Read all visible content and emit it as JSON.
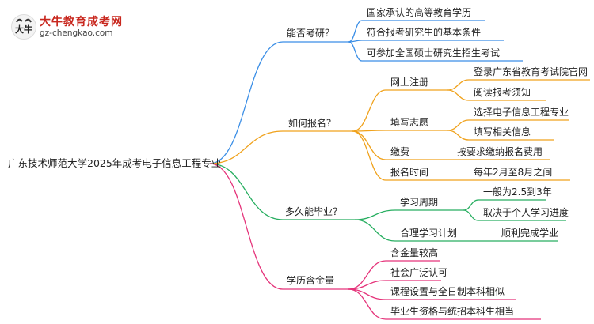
{
  "brand": {
    "name": "大牛教育成考网",
    "url": "gz-chengkao.com",
    "logo_text": "大牛"
  },
  "colors": {
    "blue": "#3a8ee6",
    "orange": "#f0a21c",
    "green": "#27ae60",
    "pink": "#e5337a"
  },
  "mindmap": {
    "root": "广东技术师范大学2025年成考电子信息工程专业",
    "branches": [
      {
        "label": "能否考研？",
        "children": [
          {
            "label": "国家承认的高等教育学历"
          },
          {
            "label": "符合报考研究生的基本条件"
          },
          {
            "label": "可参加全国硕士研究生招生考试"
          }
        ]
      },
      {
        "label": "如何报名？",
        "children": [
          {
            "label": "网上注册",
            "children": [
              {
                "label": "登录广东省教育考试院官网"
              },
              {
                "label": "阅读报考须知"
              }
            ]
          },
          {
            "label": "填写志愿",
            "children": [
              {
                "label": "选择电子信息工程专业"
              },
              {
                "label": "填写相关信息"
              }
            ]
          },
          {
            "label": "缴费",
            "children": [
              {
                "label": "按要求缴纳报名费用"
              }
            ]
          },
          {
            "label": "报名时间",
            "children": [
              {
                "label": "每年2月至8月之间"
              }
            ]
          }
        ]
      },
      {
        "label": "多久能毕业？",
        "children": [
          {
            "label": "学习周期",
            "children": [
              {
                "label": "一般为2.5到3年"
              },
              {
                "label": "取决于个人学习进度"
              }
            ]
          },
          {
            "label": "合理学习计划",
            "children": [
              {
                "label": "顺利完成学业"
              }
            ]
          }
        ]
      },
      {
        "label": "学历含金量",
        "children": [
          {
            "label": "含金量较高"
          },
          {
            "label": "社会广泛认可"
          },
          {
            "label": "课程设置与全日制本科相似"
          },
          {
            "label": "毕业生资格与统招本科生相当"
          }
        ]
      }
    ]
  }
}
